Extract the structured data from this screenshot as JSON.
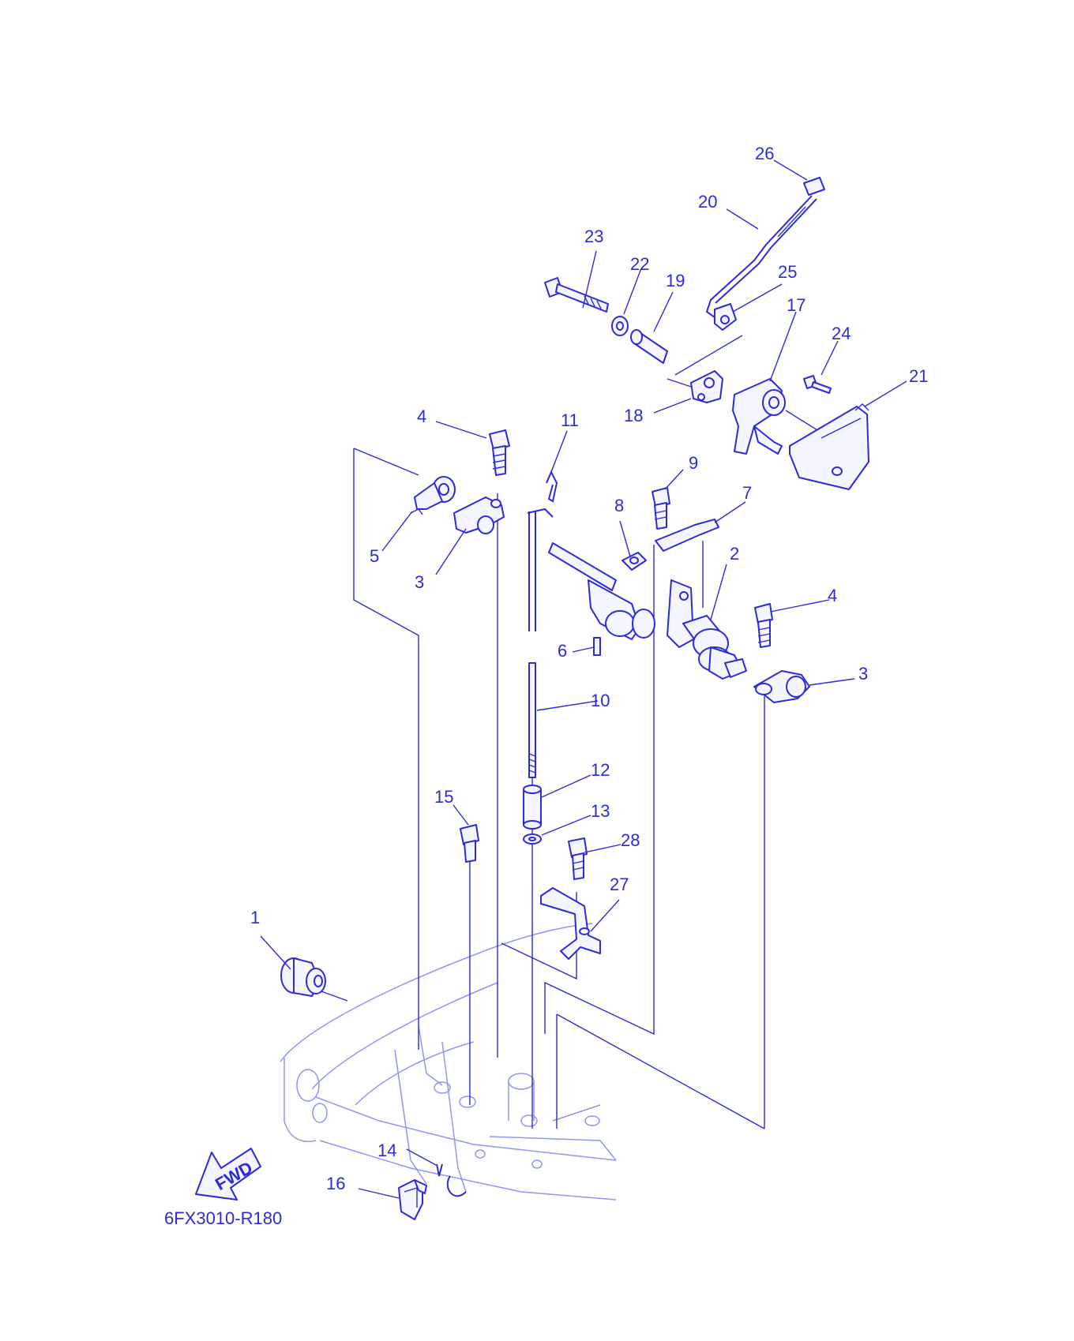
{
  "labels": {
    "n1": "1",
    "n2": "2",
    "n3a": "3",
    "n3b": "3",
    "n4a": "4",
    "n4b": "4",
    "n5": "5",
    "n6": "6",
    "n7": "7",
    "n8": "8",
    "n9": "9",
    "n10": "10",
    "n11": "11",
    "n12": "12",
    "n13": "13",
    "n14": "14",
    "n15": "15",
    "n16": "16",
    "n17": "17",
    "n18": "18",
    "n19": "19",
    "n20": "20",
    "n21": "21",
    "n22": "22",
    "n23": "23",
    "n24": "24",
    "n25": "25",
    "n26": "26",
    "n27": "27",
    "n28": "28"
  },
  "fwd_arrow": "FWD",
  "drawing_code": "6FX3010-R180",
  "colors": {
    "line": "#2b2bd9",
    "fill": "#f4f5ff",
    "faint": "#8f96ee"
  }
}
